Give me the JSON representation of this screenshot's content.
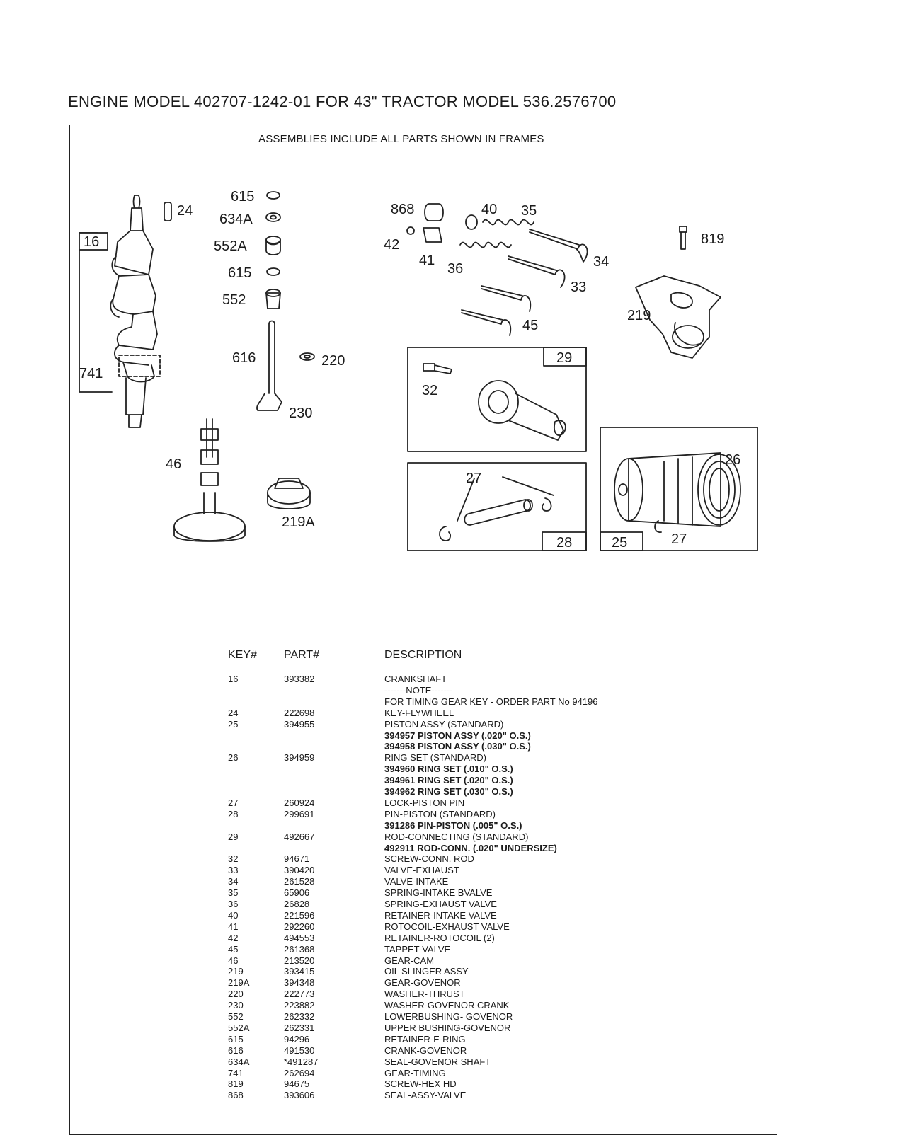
{
  "header": {
    "title": "ENGINE MODEL 402707-1242-01 FOR 43\" TRACTOR MODEL 536.2576700",
    "subtitle": "ASSEMBLIES INCLUDE ALL PARTS SHOWN IN FRAMES"
  },
  "diagram": {
    "callouts": {
      "c16": "16",
      "c24": "24",
      "c741": "741",
      "c615a": "615",
      "c634A": "634A",
      "c552A": "552A",
      "c615b": "615",
      "c552": "552",
      "c616": "616",
      "c220": "220",
      "c230": "230",
      "c46": "46",
      "c219A": "219A",
      "c868": "868",
      "c40": "40",
      "c35": "35",
      "c42": "42",
      "c41": "41",
      "c36": "36",
      "c34": "34",
      "c33": "33",
      "c45": "45",
      "c819": "819",
      "c219": "219",
      "c29": "29",
      "c32": "32",
      "c27a": "27",
      "c28": "28",
      "c26": "26",
      "c25": "25",
      "c27b": "27"
    }
  },
  "table": {
    "headers": {
      "key": "KEY#",
      "part": "PART#",
      "description": "DESCRIPTION"
    },
    "rows": [
      {
        "key": "16",
        "part": "393382",
        "desc": "CRANKSHAFT",
        "row": 0
      },
      {
        "key": "",
        "part": "",
        "desc": "-------NOTE-------",
        "row": 1
      },
      {
        "key": "",
        "part": "",
        "desc": "FOR TIMING GEAR KEY - ORDER PART No 94196",
        "row": 2
      },
      {
        "key": "24",
        "part": "222698",
        "desc": "KEY-FLYWHEEL",
        "row": 3
      },
      {
        "key": "25",
        "part": "394955",
        "desc": "PISTON ASSY (STANDARD)",
        "row": 4
      },
      {
        "key": "",
        "part": "",
        "desc": "394957 PISTON ASSY (.020\" O.S.)",
        "row": 5
      },
      {
        "key": "",
        "part": "",
        "desc": "394958 PISTON ASSY (.030\" O.S.)",
        "row": 6
      },
      {
        "key": "26",
        "part": "394959",
        "desc": "RING SET (STANDARD)",
        "row": 7
      },
      {
        "key": "",
        "part": "",
        "desc": "394960 RING SET (.010\" O.S.)",
        "row": 8
      },
      {
        "key": "",
        "part": "",
        "desc": "394961 RING SET (.020\" O.S.)",
        "row": 9
      },
      {
        "key": "",
        "part": "",
        "desc": "394962 RING SET (.030\" O.S.)",
        "row": 10
      },
      {
        "key": "27",
        "part": "260924",
        "desc": "LOCK-PISTON PIN",
        "row": 11
      },
      {
        "key": "28",
        "part": "299691",
        "desc": "PIN-PISTON (STANDARD)",
        "row": 12
      },
      {
        "key": "",
        "part": "",
        "desc": "391286 PIN-PISTON (.005\" O.S.)",
        "row": 13
      },
      {
        "key": "29",
        "part": "492667",
        "desc": "ROD-CONNECTING (STANDARD)",
        "row": 14
      },
      {
        "key": "",
        "part": "",
        "desc": "492911 ROD-CONN. (.020\" UNDERSIZE)",
        "row": 15
      },
      {
        "key": "32",
        "part": "94671",
        "desc": "SCREW-CONN. ROD",
        "row": 16
      },
      {
        "key": "33",
        "part": "390420",
        "desc": "VALVE-EXHAUST",
        "row": 17
      },
      {
        "key": "34",
        "part": "261528",
        "desc": "VALVE-INTAKE",
        "row": 18
      },
      {
        "key": "35",
        "part": "65906",
        "desc": "SPRING-INTAKE BVALVE",
        "row": 19
      },
      {
        "key": "36",
        "part": "26828",
        "desc": "SPRING-EXHAUST VALVE",
        "row": 20
      },
      {
        "key": "40",
        "part": "221596",
        "desc": "RETAINER-INTAKE VALVE",
        "row": 21
      },
      {
        "key": "41",
        "part": "292260",
        "desc": "ROTOCOIL-EXHAUST VALVE",
        "row": 22
      },
      {
        "key": "42",
        "part": "494553",
        "desc": "RETAINER-ROTOCOIL (2)",
        "row": 23
      },
      {
        "key": "45",
        "part": "261368",
        "desc": "TAPPET-VALVE",
        "row": 24
      },
      {
        "key": "46",
        "part": "213520",
        "desc": "GEAR-CAM",
        "row": 25
      },
      {
        "key": "219",
        "part": "393415",
        "desc": "OIL SLINGER ASSY",
        "row": 26
      },
      {
        "key": "219A",
        "part": "394348",
        "desc": "GEAR-GOVENOR",
        "row": 27
      },
      {
        "key": "220",
        "part": "222773",
        "desc": "WASHER-THRUST",
        "row": 28
      },
      {
        "key": "230",
        "part": "223882",
        "desc": "WASHER-GOVENOR CRANK",
        "row": 29
      },
      {
        "key": "552",
        "part": "262332",
        "desc": "LOWERBUSHING- GOVENOR",
        "row": 30
      },
      {
        "key": "552A",
        "part": "262331",
        "desc": "UPPER BUSHING-GOVENOR",
        "row": 31
      },
      {
        "key": "615",
        "part": "94296",
        "desc": "RETAINER-E-RING",
        "row": 32
      },
      {
        "key": "616",
        "part": "491530",
        "desc": "CRANK-GOVENOR",
        "row": 33
      },
      {
        "key": "634A",
        "part": "*491287",
        "desc": "SEAL-GOVENOR SHAFT",
        "row": 34
      },
      {
        "key": "741",
        "part": "262694",
        "desc": "GEAR-TIMING",
        "row": 35
      },
      {
        "key": "819",
        "part": "94675",
        "desc": "SCREW-HEX HD",
        "row": 36
      },
      {
        "key": "868",
        "part": "393606",
        "desc": "SEAL-ASSY-VALVE",
        "row": 37
      }
    ]
  }
}
